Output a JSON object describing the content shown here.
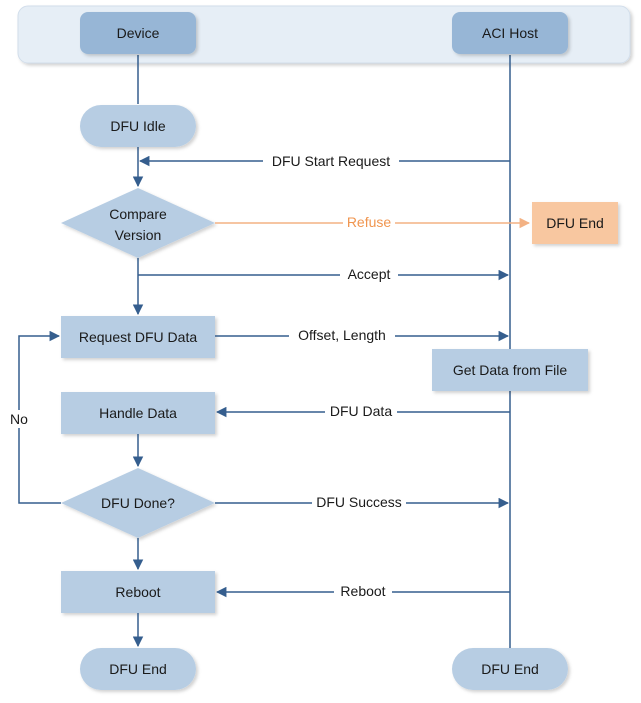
{
  "colors": {
    "band": "#e6eef6",
    "band_border": "#d2deeb",
    "node_fill": "#b7cde3",
    "header_fill": "#97b6d6",
    "end_fill": "#f8c7a0",
    "arrow": "#355e8e",
    "refuse": "#f3b284",
    "text": "#1a1a1a",
    "refuse_text": "#f0954f"
  },
  "lanes": {
    "device": "Device",
    "host": "ACI Host"
  },
  "nodes": {
    "dfu_idle": "DFU Idle",
    "compare_line1": "Compare",
    "compare_line2": "Version",
    "dfu_end_refuse": "DFU End",
    "request_dfu_data": "Request DFU Data",
    "get_data_from_file": "Get Data from File",
    "handle_data": "Handle Data",
    "dfu_done": "DFU Done?",
    "reboot": "Reboot",
    "device_end": "DFU End",
    "host_end": "DFU End"
  },
  "edges": {
    "start_request": "DFU Start Request",
    "refuse": "Refuse",
    "accept": "Accept",
    "offset_length": "Offset, Length",
    "dfu_data": "DFU Data",
    "no": "No",
    "dfu_success": "DFU Success",
    "reboot": "Reboot"
  }
}
